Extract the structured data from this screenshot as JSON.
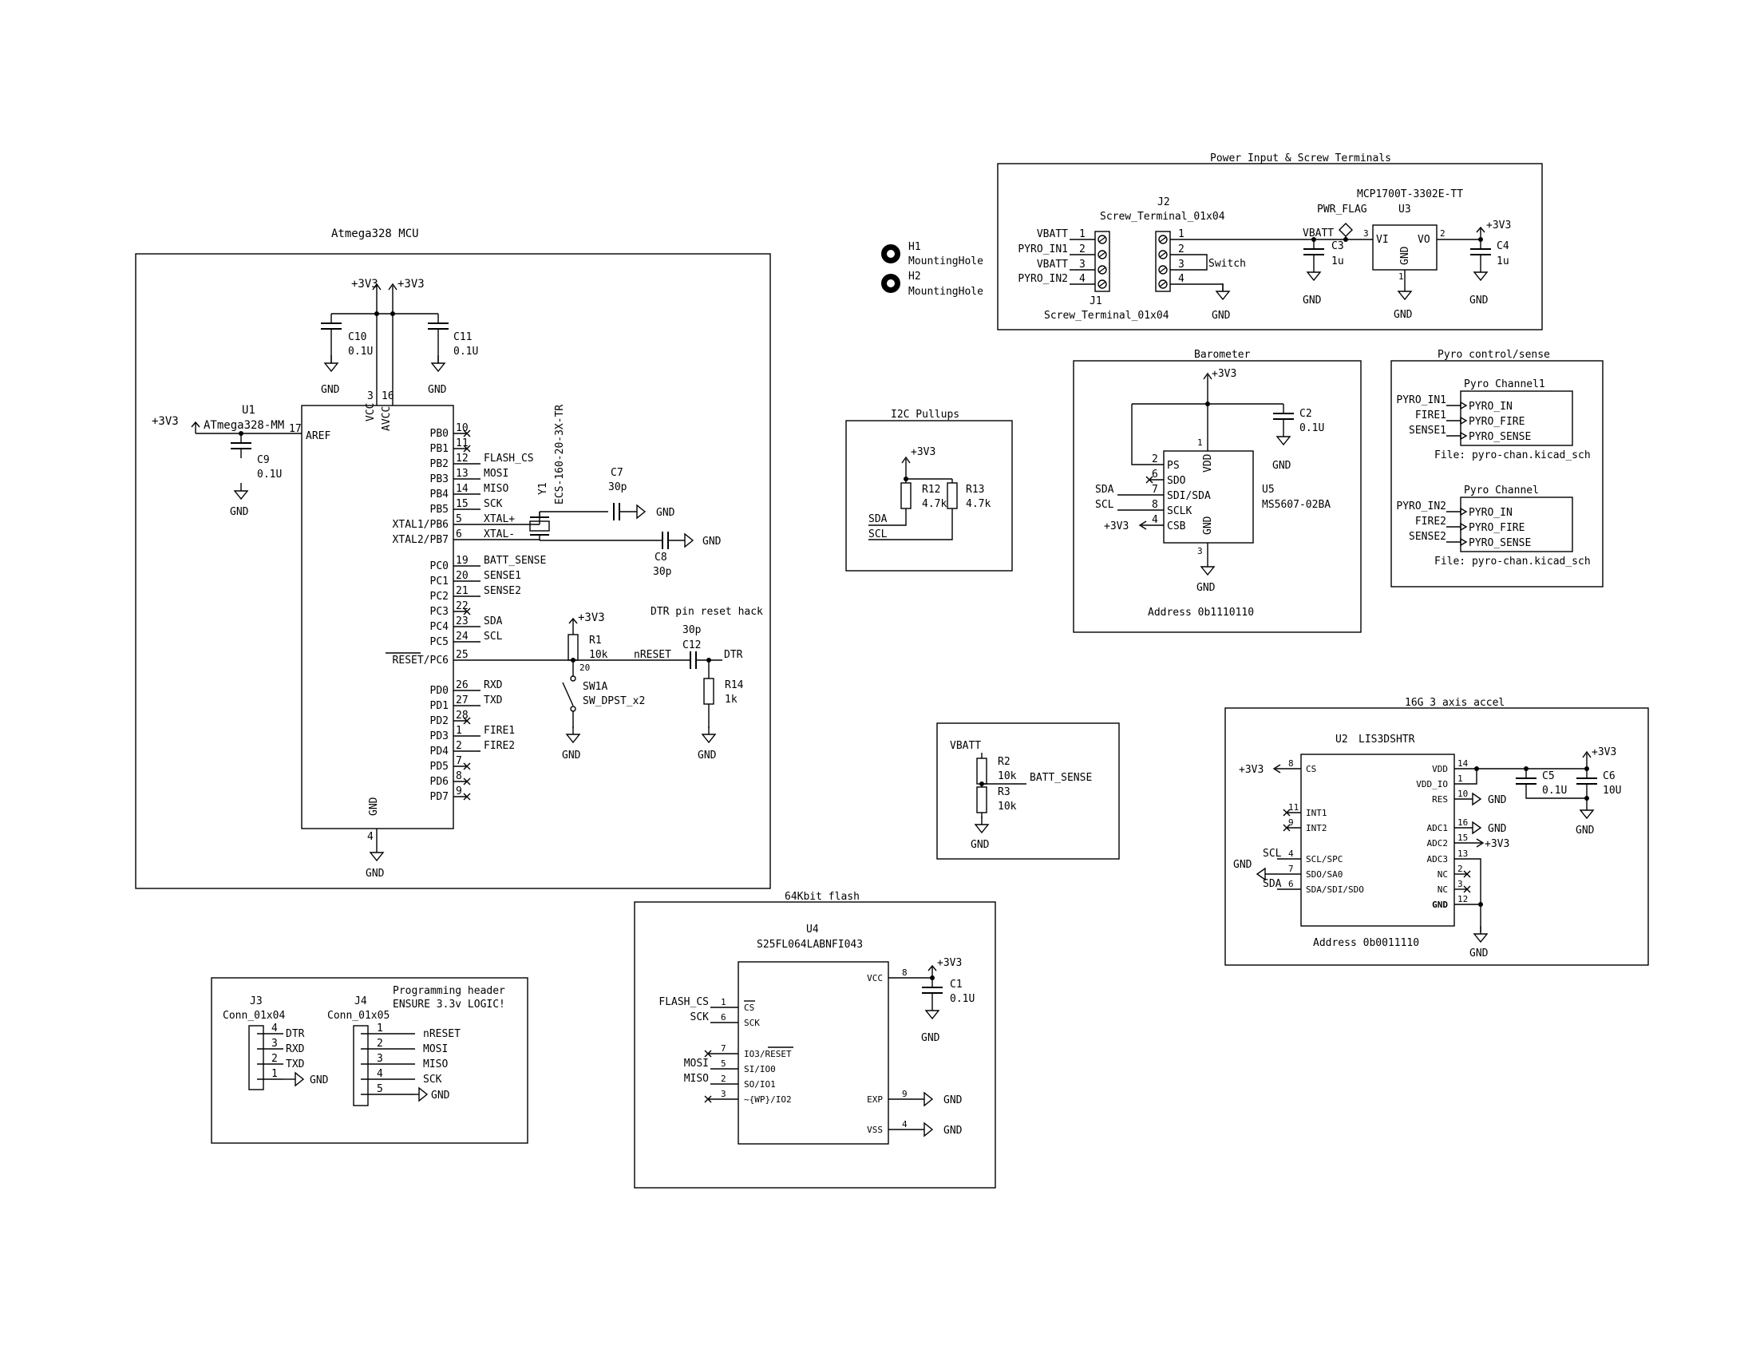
{
  "blocks": {
    "mcu": "Atmega328 MCU",
    "pwr": "Power Input & Screw Terminals",
    "baro": "Barometer",
    "pyro": "Pyro control/sense",
    "i2c": "I2C Pullups",
    "accel": "16G 3 axis accel",
    "flash": "64Kbit flash",
    "div": ""
  },
  "net": {
    "v33": "+3V3",
    "gnd": "GND",
    "vbatt": "VBATT",
    "nreset": "nRESET",
    "dtr": "DTR",
    "sda": "SDA",
    "scl": "SCL",
    "batt_sense": "BATT_SENSE",
    "flash_cs": "FLASH_CS",
    "sck": "SCK",
    "mosi": "MOSI",
    "miso": "MISO",
    "rxd": "RXD",
    "txd": "TXD",
    "fire1": "FIRE1",
    "fire2": "FIRE2",
    "sense1": "SENSE1",
    "sense2": "SENSE2",
    "xtalp": "XTAL+",
    "xtalm": "XTAL-",
    "pyro_in1": "PYRO_IN1",
    "pyro_in2": "PYRO_IN2",
    "switch": "Switch",
    "pwr_flag": "PWR_FLAG"
  },
  "mcu": {
    "ref": "U1",
    "part": "ATmega328-MM",
    "aref": "AREF",
    "vcc": "VCC",
    "avcc": "AVCC",
    "gndpin": "GND",
    "pins_left": [
      "PB0",
      "PB1",
      "PB2",
      "PB3",
      "PB4",
      "PB5",
      "XTAL1/PB6",
      "XTAL2/PB7",
      "PC0",
      "PC1",
      "PC2",
      "PC3",
      "PC4",
      "PC5",
      "RESET/PC6",
      "PD0",
      "PD1",
      "PD2",
      "PD3",
      "PD4",
      "PD5",
      "PD6",
      "PD7"
    ],
    "pin_nums": [
      "10",
      "11",
      "12",
      "13",
      "14",
      "15",
      "5",
      "6",
      "19",
      "20",
      "21",
      "22",
      "23",
      "24",
      "25",
      "26",
      "27",
      "28",
      "1",
      "2",
      "7",
      "8",
      "9"
    ],
    "pnum_vcc": "3",
    "pnum_avcc": "16",
    "pnum_aref": "17",
    "pnum_gnd": "4",
    "c10": "C10",
    "c10v": "0.1U",
    "c11": "C11",
    "c11v": "0.1U",
    "c9": "C9",
    "c9v": "0.1U",
    "y1": "Y1",
    "y1part": "ECS-160-20-3X-TR",
    "c7": "C7",
    "c7v": "30p",
    "c8": "C8",
    "c8v": "30p",
    "r1": "R1",
    "r1v": "10k",
    "sw": "SW1A",
    "swpart": "SW_DPST_x2",
    "dtr_title": "DTR pin reset hack",
    "c12": "C12",
    "c12v": "30p",
    "r14": "R14",
    "r14v": "1k"
  },
  "pwr": {
    "j1": "J1",
    "j1part": "Screw_Terminal_01x04",
    "j2": "J2",
    "j2part": "Screw_Terminal_01x04",
    "j1labels": [
      "VBATT",
      "PYRO_IN1",
      "VBATT",
      "PYRO_IN2"
    ],
    "j1nums": [
      "1",
      "2",
      "3",
      "4"
    ],
    "j2nums": [
      "1",
      "2",
      "3",
      "4"
    ],
    "u3": "U3",
    "u3part": "MCP1700T-3302E-TT",
    "vi": "VI",
    "vo": "VO",
    "u3gnd": "GND",
    "u3vi": "3",
    "u3vo": "2",
    "u3gn": "1",
    "c3": "C3",
    "c3v": "1u",
    "c4": "C4",
    "c4v": "1u",
    "h1": "H1",
    "h1part": "MountingHole",
    "h2": "H2",
    "h2part": "MountingHole"
  },
  "baro": {
    "u5": "U5",
    "u5part": "MS5607-02BA",
    "pins": [
      "PS",
      "SDO",
      "SDI/SDA",
      "SCLK",
      "CSB"
    ],
    "nums": [
      "2",
      "6",
      "7",
      "8",
      "4"
    ],
    "vdd": "VDD",
    "gndp": "GND",
    "vddn": "1",
    "gndn": "3",
    "c2": "C2",
    "c2v": "0.1U",
    "addr": "Address 0b1110110"
  },
  "pyro": {
    "ch1": "Pyro Channel1",
    "ch2": "Pyro Channel",
    "pins": [
      "PYRO_IN",
      "PYRO_FIRE",
      "PYRO_SENSE"
    ],
    "file1": "File: pyro-chan.kicad_sch",
    "file2": "File: pyro-chan.kicad_sch"
  },
  "i2c": {
    "r12": "R12",
    "r12v": "4.7k",
    "r13": "R13",
    "r13v": "4.7k"
  },
  "div": {
    "r2": "R2",
    "r2v": "10k",
    "r3": "R3",
    "r3v": "10k"
  },
  "accel": {
    "u2": "U2",
    "u2part": "LIS3DSHTR",
    "cs": "CS",
    "vdd": "VDD",
    "vddio": "VDD_IO",
    "res": "RES",
    "int1": "INT1",
    "int2": "INT2",
    "adc1": "ADC1",
    "adc2": "ADC2",
    "adc3": "ADC3",
    "sclspc": "SCL/SPC",
    "sdosa0": "SDO/SA0",
    "sdasdi": "SDA/SDI/SDO",
    "nc": "NC",
    "gndp": "GND",
    "n_cs": "8",
    "n_vdd": "14",
    "n_vddio": "1",
    "n_res": "10",
    "n_int1": "11",
    "n_int2": "9",
    "n_adc1": "16",
    "n_adc2": "15",
    "n_adc3": "13",
    "n_scl": "4",
    "n_sdo": "7",
    "n_sda": "6",
    "n_nc1": "2",
    "n_nc2": "3",
    "n_gnd": "12",
    "c5": "C5",
    "c5v": "0.1U",
    "c6": "C6",
    "c6v": "10U",
    "addr": "Address 0b0011110"
  },
  "flash": {
    "u4": "U4",
    "u4part": "S25FL064LABNFI043",
    "cs": "CS",
    "sck": "SCK",
    "io3": "IO3/RESET",
    "si": "SI/IO0",
    "so": "SO/IO1",
    "wp": "~{WP}/IO2",
    "vcc": "VCC",
    "exp": "EXP",
    "vss": "VSS",
    "n_cs": "1",
    "n_sck": "6",
    "n_io3": "7",
    "n_si": "5",
    "n_so": "2",
    "n_wp": "3",
    "n_vcc": "8",
    "n_exp": "9",
    "n_vss": "4",
    "c1": "C1",
    "c1v": "0.1U"
  },
  "prog": {
    "title1": "Programming header",
    "title2": "ENSURE 3.3v LOGIC!",
    "j3": "J3",
    "j3part": "Conn_01x04",
    "j4": "J4",
    "j4part": "Conn_01x05",
    "j3nums": [
      "4",
      "3",
      "2",
      "1"
    ],
    "j3labels": [
      "DTR",
      "RXD",
      "TXD"
    ],
    "j4nums": [
      "1",
      "2",
      "3",
      "4",
      "5"
    ],
    "j4labels": [
      "nRESET",
      "MOSI",
      "MISO",
      "SCK"
    ]
  }
}
